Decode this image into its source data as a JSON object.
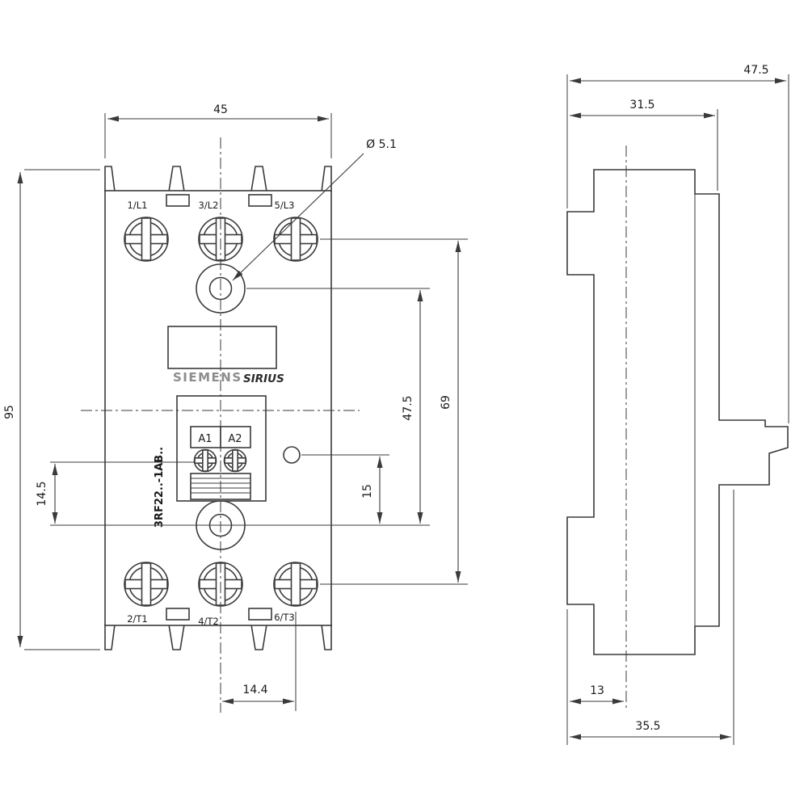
{
  "drawing": {
    "front": {
      "brand": "SIEMENS",
      "series": "SIRIUS",
      "model": "3RF22..-1AB..",
      "hole_label": "Ø 5.1",
      "terminals_top": [
        "1/L1",
        "3/L2",
        "5/L3"
      ],
      "terminals_bottom": [
        "2/T1",
        "4/T2",
        "6/T3"
      ],
      "coil_terminals": [
        "A1",
        "A2"
      ],
      "dims": {
        "width": "45",
        "height": "95",
        "left_offset": "14.5",
        "hole_spacing": "47.5",
        "terminal_span": "69",
        "circle_to_hole": "15",
        "bottom_offset": "14.4"
      }
    },
    "side": {
      "dims": {
        "overall_depth": "47.5",
        "body_depth": "31.5",
        "front_offset": "13",
        "rail_depth": "35.5"
      }
    },
    "colors": {
      "line": "#3a3a3a",
      "siemens_gray": "#8d8d8d"
    }
  }
}
